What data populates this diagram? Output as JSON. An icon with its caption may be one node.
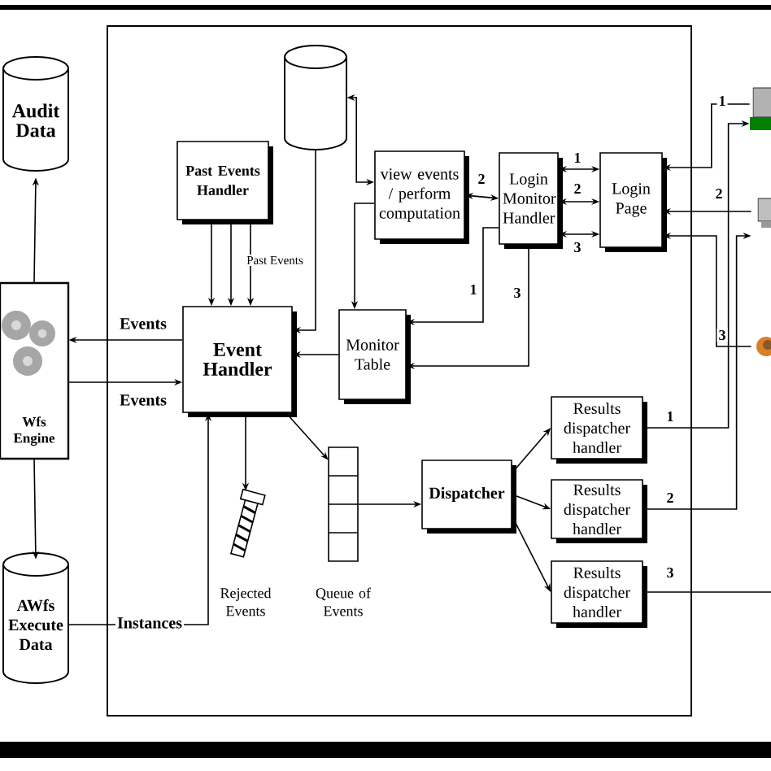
{
  "diagram": {
    "nodes": [
      {
        "text": [
          "Audit Data"
        ]
      },
      {
        "text": [
          "Wfs Engine"
        ]
      },
      {
        "text": [
          "AWfs Execute Data"
        ]
      },
      {
        "text": [
          "Past Events Handler"
        ]
      },
      {
        "text": [],
        "shape": "cylinder"
      },
      {
        "text": [
          "view events / perform computation"
        ]
      },
      {
        "text": [
          "Login Monitor Handler"
        ]
      },
      {
        "text": [
          "Login Page"
        ]
      },
      {
        "text": [
          "Event Handler"
        ]
      },
      {
        "text": [
          "Monitor Table"
        ]
      },
      {
        "text": [],
        "shape": "picture",
        "beside": [
          "Rejected Events"
        ]
      },
      {
        "text": [],
        "shape": "box",
        "beside": [
          "Queue of Events"
        ]
      },
      {
        "text": [
          "Dispatcher"
        ]
      },
      {
        "text": [
          "Results dispatcher handler"
        ]
      },
      {
        "text": [
          "Results dispatcher handler"
        ]
      },
      {
        "text": [
          "Results dispatcher handler"
        ]
      },
      {
        "text": [],
        "shape": "box"
      },
      {
        "text": [],
        "shape": "box"
      },
      {
        "text": [],
        "shape": "circle"
      }
    ],
    "edges": [
      {
        "from": 1,
        "to": 0,
        "arrow": "to"
      },
      {
        "from": 1,
        "to": 2,
        "arrow": "to"
      },
      {
        "from": 8,
        "to": 1,
        "arrow": "to",
        "label": "Events"
      },
      {
        "from": 1,
        "to": 8,
        "arrow": "to",
        "label": "Events"
      },
      {
        "from": 2,
        "to": 8,
        "arrow": "to",
        "label": "Instances"
      },
      {
        "from": 3,
        "to": 8,
        "arrow": "to"
      },
      {
        "from": 3,
        "to": 8,
        "arrow": "to"
      },
      {
        "from": 3,
        "to": 8,
        "arrow": "to",
        "label": "Past Events"
      },
      {
        "from": 4,
        "to": 8,
        "arrow": "to"
      },
      {
        "from": 4,
        "to": 5,
        "arrow": "both"
      },
      {
        "from": 5,
        "to": 9,
        "arrow": "to"
      },
      {
        "from": 5,
        "to": 6,
        "arrow": "both",
        "label": "2"
      },
      {
        "from": 6,
        "to": 7,
        "arrow": "both",
        "label": "1"
      },
      {
        "from": 6,
        "to": 7,
        "arrow": "both",
        "label": "2"
      },
      {
        "from": 6,
        "to": 7,
        "arrow": "both",
        "label": "3"
      },
      {
        "from": 6,
        "to": 9,
        "arrow": "to",
        "label": "1"
      },
      {
        "from": 6,
        "to": 9,
        "arrow": "to",
        "label": "3"
      },
      {
        "from": 9,
        "to": 8,
        "arrow": "to"
      },
      {
        "from": 8,
        "to": 10,
        "arrow": "to"
      },
      {
        "from": 8,
        "to": 11,
        "arrow": "to"
      },
      {
        "from": 11,
        "to": 12,
        "arrow": "to"
      },
      {
        "from": 12,
        "to": 13,
        "arrow": "to"
      },
      {
        "from": 12,
        "to": 14,
        "arrow": "to"
      },
      {
        "from": 12,
        "to": 15,
        "arrow": "to"
      },
      {
        "from": 13,
        "to": 16,
        "arrow": "to",
        "label": "1"
      },
      {
        "from": 14,
        "to": 17,
        "arrow": "to",
        "label": "2"
      },
      {
        "from": 15,
        "to": null,
        "arrow": "none",
        "label": "3"
      },
      {
        "from": 16,
        "to": 7,
        "arrow": "to",
        "label": "1"
      },
      {
        "from": 17,
        "to": 7,
        "arrow": "to",
        "label": "2"
      },
      {
        "from": 18,
        "to": 7,
        "arrow": "to",
        "label": "3"
      }
    ]
  }
}
